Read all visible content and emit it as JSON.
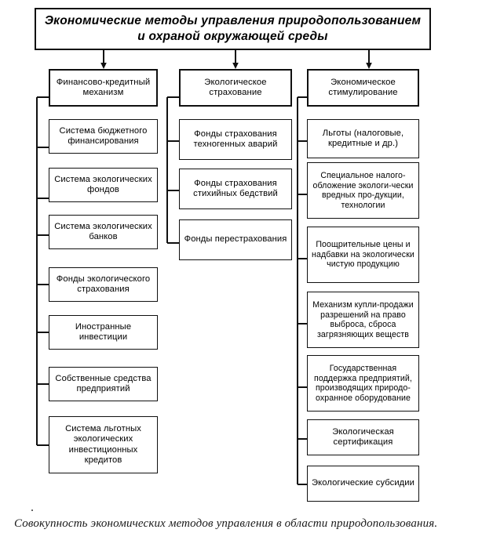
{
  "diagram": {
    "title": {
      "text": "Экономические методы управления природопользованием и охраной окружающей среды",
      "line1": "Экономические методы управления природопользованием",
      "line2": "и охраной окружающей среды"
    },
    "columns": [
      {
        "id": "financial-credit",
        "head": "Финансово-кредитный механизм",
        "items": [
          "Система бюджетного финансирования",
          "Система экологических фондов",
          "Система экологических банков",
          "Фонды экологического страхования",
          "Иностранные инвестиции",
          "Собственные средства предприятий",
          "Система льготных экологических инвестиционных кредитов"
        ]
      },
      {
        "id": "ecological-insurance",
        "head": "Экологическое страхование",
        "items": [
          "Фонды страхования техногенных аварий",
          "Фонды страхования стихийных бедствий",
          "Фонды перестрахования"
        ]
      },
      {
        "id": "economic-stimulation",
        "head": "Экономическое стимулирование",
        "items": [
          "Льготы (налоговые, кредитные и др.)",
          "Специальное налого-обложение экологи-чески вредных про-дукции, технологии",
          "Поощрительные цены и надбавки на экологически чистую продукцию",
          "Механизм купли-продажи разрешений на право выброса, сброса загрязняющих веществ",
          "Государственная поддержка предприятий, производящих природо-охранное оборудование",
          "Экологическая сертификация",
          "Экологические субсидии"
        ]
      }
    ],
    "caption": "Совокупность экономических методов управления в области природопользования.",
    "colors": {
      "stroke": "#101010",
      "background": "#ffffff",
      "text": "#000000"
    }
  }
}
